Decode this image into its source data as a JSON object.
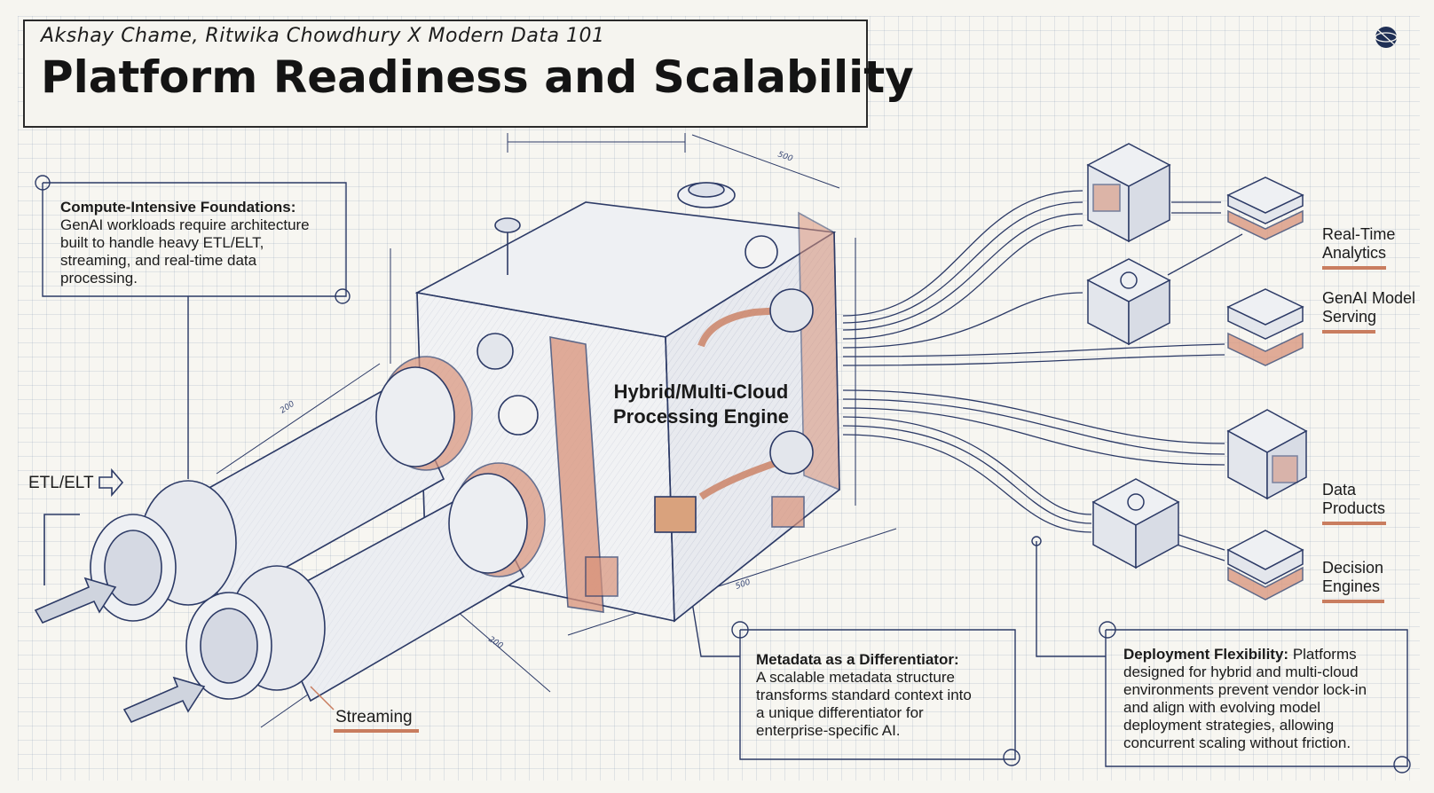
{
  "header": {
    "byline": "Akshay Chame, Ritwika Chowdhury X Modern Data 101",
    "title": "Platform Readiness and Scalability"
  },
  "callouts": {
    "compute": {
      "heading": "Compute-Intensive Foundations:",
      "lines": [
        "GenAI workloads require architecture",
        "built to handle heavy ETL/ELT,",
        "streaming, and real-time data",
        "processing."
      ]
    },
    "metadata": {
      "heading": "Metadata as a Differentiator:",
      "lines": [
        "A scalable metadata structure",
        "transforms standard context into",
        "a unique differentiator for",
        "enterprise-specific AI."
      ]
    },
    "deployment": {
      "heading": "Deployment Flexibility:",
      "first_line_rest": " Platforms",
      "lines": [
        "designed for hybrid and multi-cloud",
        "environments prevent vendor lock-in",
        "and align with evolving model",
        "deployment strategies, allowing",
        "concurrent scaling without friction."
      ]
    }
  },
  "inputs": {
    "etl": "ETL/ELT",
    "streaming": "Streaming"
  },
  "engine": {
    "line1": "Hybrid/Multi-Cloud",
    "line2": "Processing Engine"
  },
  "outputs": [
    {
      "line1": "Real-Time",
      "line2": "Analytics"
    },
    {
      "line1": "GenAI Model",
      "line2": "Serving"
    },
    {
      "line1": "Data",
      "line2": "Products"
    },
    {
      "line1": "Decision",
      "line2": "Engines"
    }
  ],
  "dimensions": [
    "200",
    "200",
    "500",
    "500",
    "200"
  ],
  "colors": {
    "accent": "#c97d5f",
    "ink": "#2c3a66"
  }
}
